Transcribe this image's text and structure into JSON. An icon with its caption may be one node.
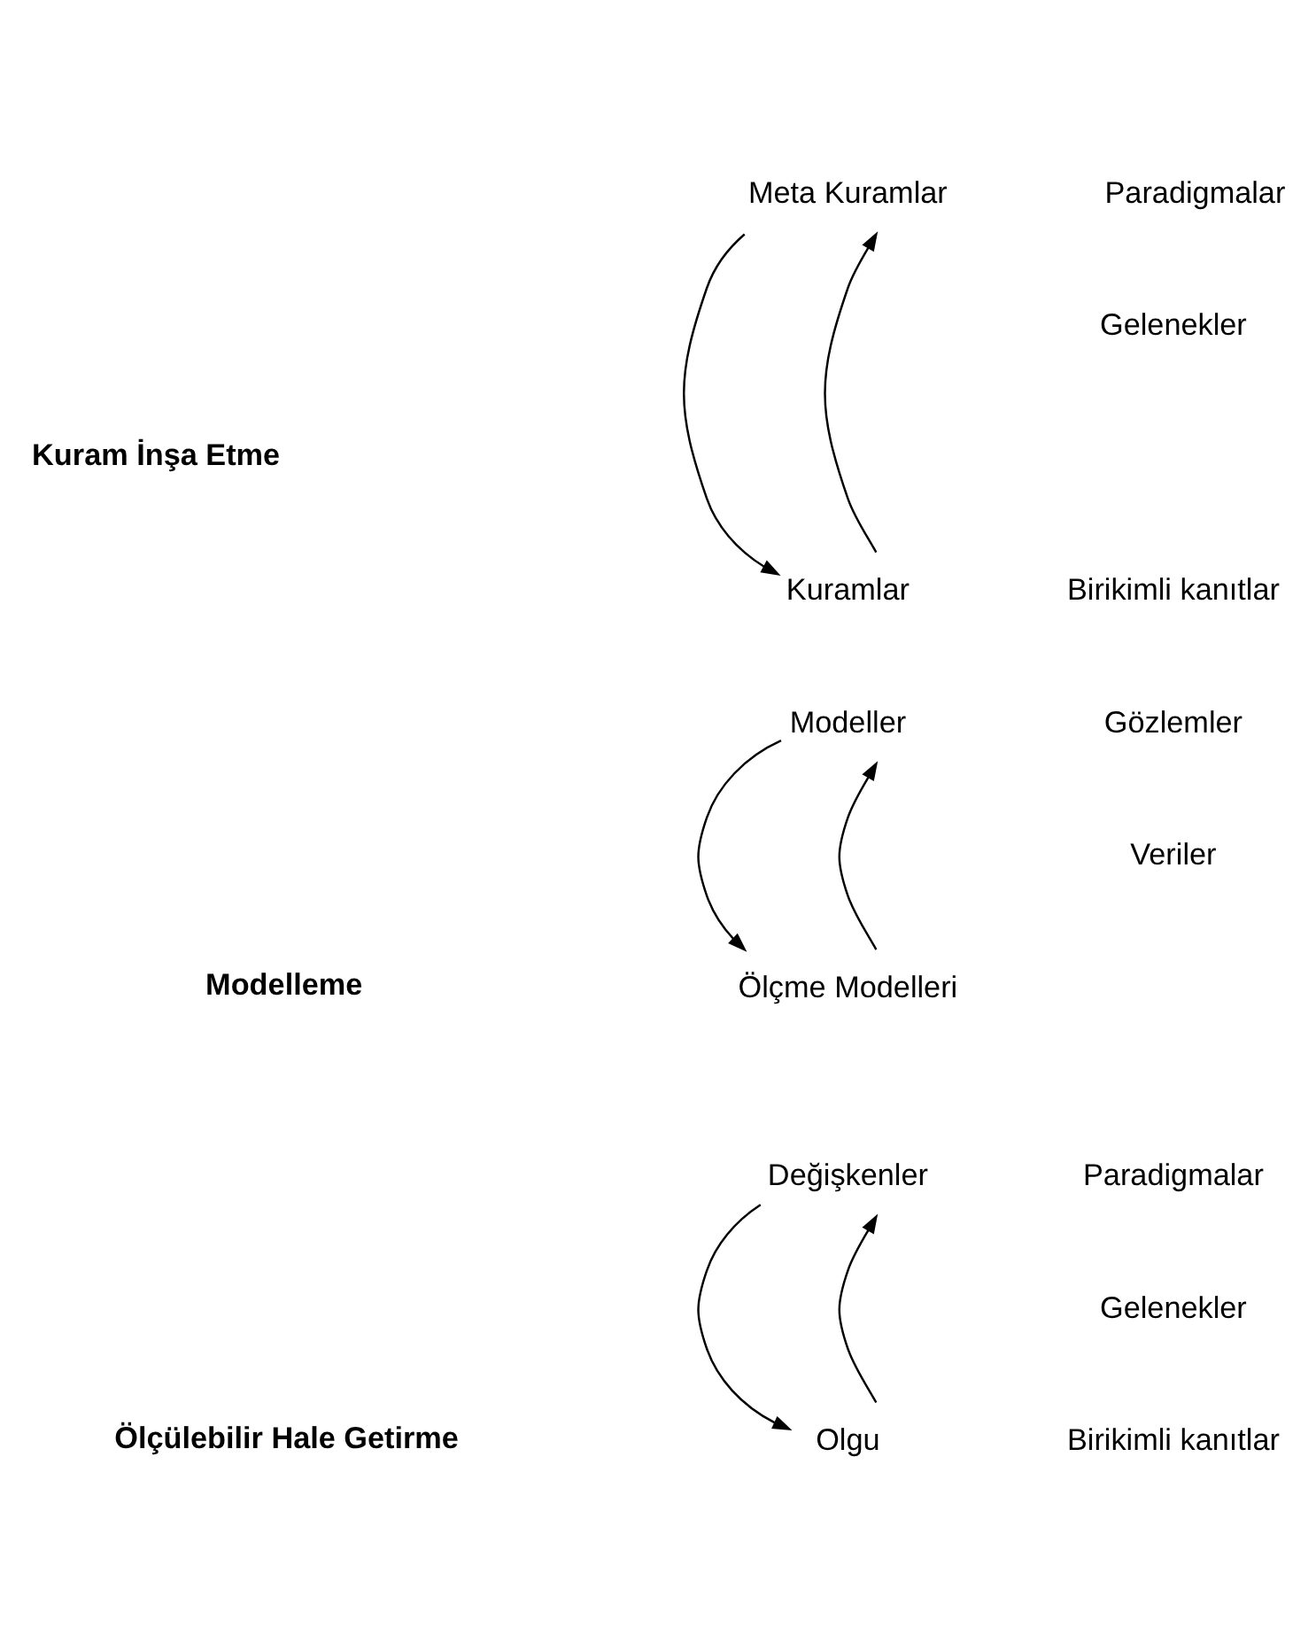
{
  "diagram": {
    "nodes": [
      {
        "text": [
          "Meta Kuramlar"
        ]
      },
      {
        "text": [
          "Kuramlar"
        ]
      },
      {
        "text": [
          "Modeller"
        ]
      },
      {
        "text": [
          "Ölçme Modelleri"
        ]
      },
      {
        "text": [
          "Değişkenler"
        ]
      },
      {
        "text": [
          "Olgu"
        ]
      }
    ],
    "edges": [
      {
        "from": 0,
        "to": 1,
        "arrow": "to"
      },
      {
        "from": 1,
        "to": 0,
        "arrow": "to"
      },
      {
        "from": 2,
        "to": 3,
        "arrow": "to"
      },
      {
        "from": 3,
        "to": 2,
        "arrow": "to"
      },
      {
        "from": 4,
        "to": 5,
        "arrow": "to"
      },
      {
        "from": 5,
        "to": 4,
        "arrow": "to"
      }
    ],
    "labels": [
      "Paradigmalar",
      "Gelenekler",
      "Kuram İnşa Etme",
      "Birikimli kanıtlar",
      "Gözlemler",
      "Veriler",
      "Modelleme",
      "Paradigmalar",
      "Gelenekler",
      "Ölçülebilir Hale Getirme",
      "Birikimli kanıtlar"
    ]
  }
}
